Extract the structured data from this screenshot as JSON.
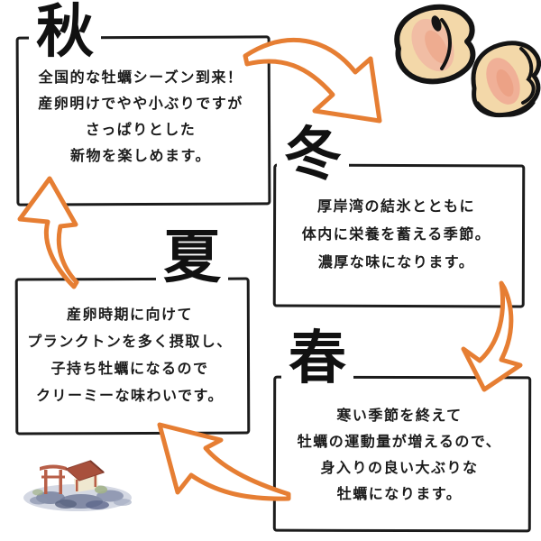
{
  "colors": {
    "background": "#ffffff",
    "box_border": "#1c1c1c",
    "text": "#1b1b1b",
    "arrow_orange": "#E67E33",
    "oyster_shell": "#F3D8A9",
    "oyster_flesh": "#F1BDA4",
    "torii_red": "#B85F48",
    "roof_red": "#A8503C",
    "water_blue": "#78829F"
  },
  "seasons": [
    {
      "id": "autumn",
      "kanji": "秋",
      "lines": [
        "全国的な牡蠣シーズン到来！",
        "産卵明けでやや小ぶりですが",
        "さっぱりとした",
        "新物を楽しめます。"
      ]
    },
    {
      "id": "winter",
      "kanji": "冬",
      "lines": [
        "厚岸湾の結氷とともに",
        "体内に栄養を蓄える季節。",
        "濃厚な味になります。"
      ]
    },
    {
      "id": "spring",
      "kanji": "春",
      "lines": [
        "寒い季節を終えて",
        "牡蠣の運動量が増えるので、",
        "身入りの良い大ぶりな",
        "牡蠣になります。"
      ]
    },
    {
      "id": "summer",
      "kanji": "夏",
      "lines": [
        "産卵時期に向けて",
        "プランクトンを多く摂取し、",
        "子持ち牡蠣になるので",
        "クリーミーな味わいです。"
      ]
    }
  ],
  "arrows": [
    {
      "from": "autumn",
      "to": "winter"
    },
    {
      "from": "winter",
      "to": "spring"
    },
    {
      "from": "spring",
      "to": "summer"
    },
    {
      "from": "summer",
      "to": "autumn"
    }
  ],
  "illustrations": {
    "oysters": "two-oysters-ink-illustration",
    "shrine": "torii-and-shrine-watercolor-illustration"
  }
}
